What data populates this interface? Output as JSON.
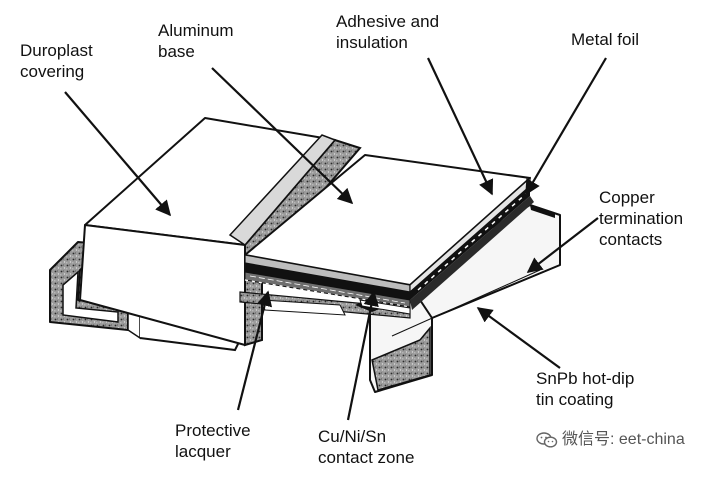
{
  "diagram": {
    "labels": {
      "duroplast": [
        "Duroplast",
        "covering"
      ],
      "aluminum": [
        "Aluminum",
        "base"
      ],
      "adhesive": [
        "Adhesive and",
        "insulation"
      ],
      "metal_foil": [
        "Metal foil"
      ],
      "copper": [
        "Copper",
        "termination",
        "contacts"
      ],
      "snpb": [
        "SnPb hot-dip",
        "tin coating"
      ],
      "lacquer": [
        "Protective",
        "lacquer"
      ],
      "cunisn": [
        "Cu/Ni/Sn",
        "contact zone"
      ]
    }
  },
  "watermark": {
    "text": "微信号: eet-china",
    "icon": "wechat-icon"
  }
}
